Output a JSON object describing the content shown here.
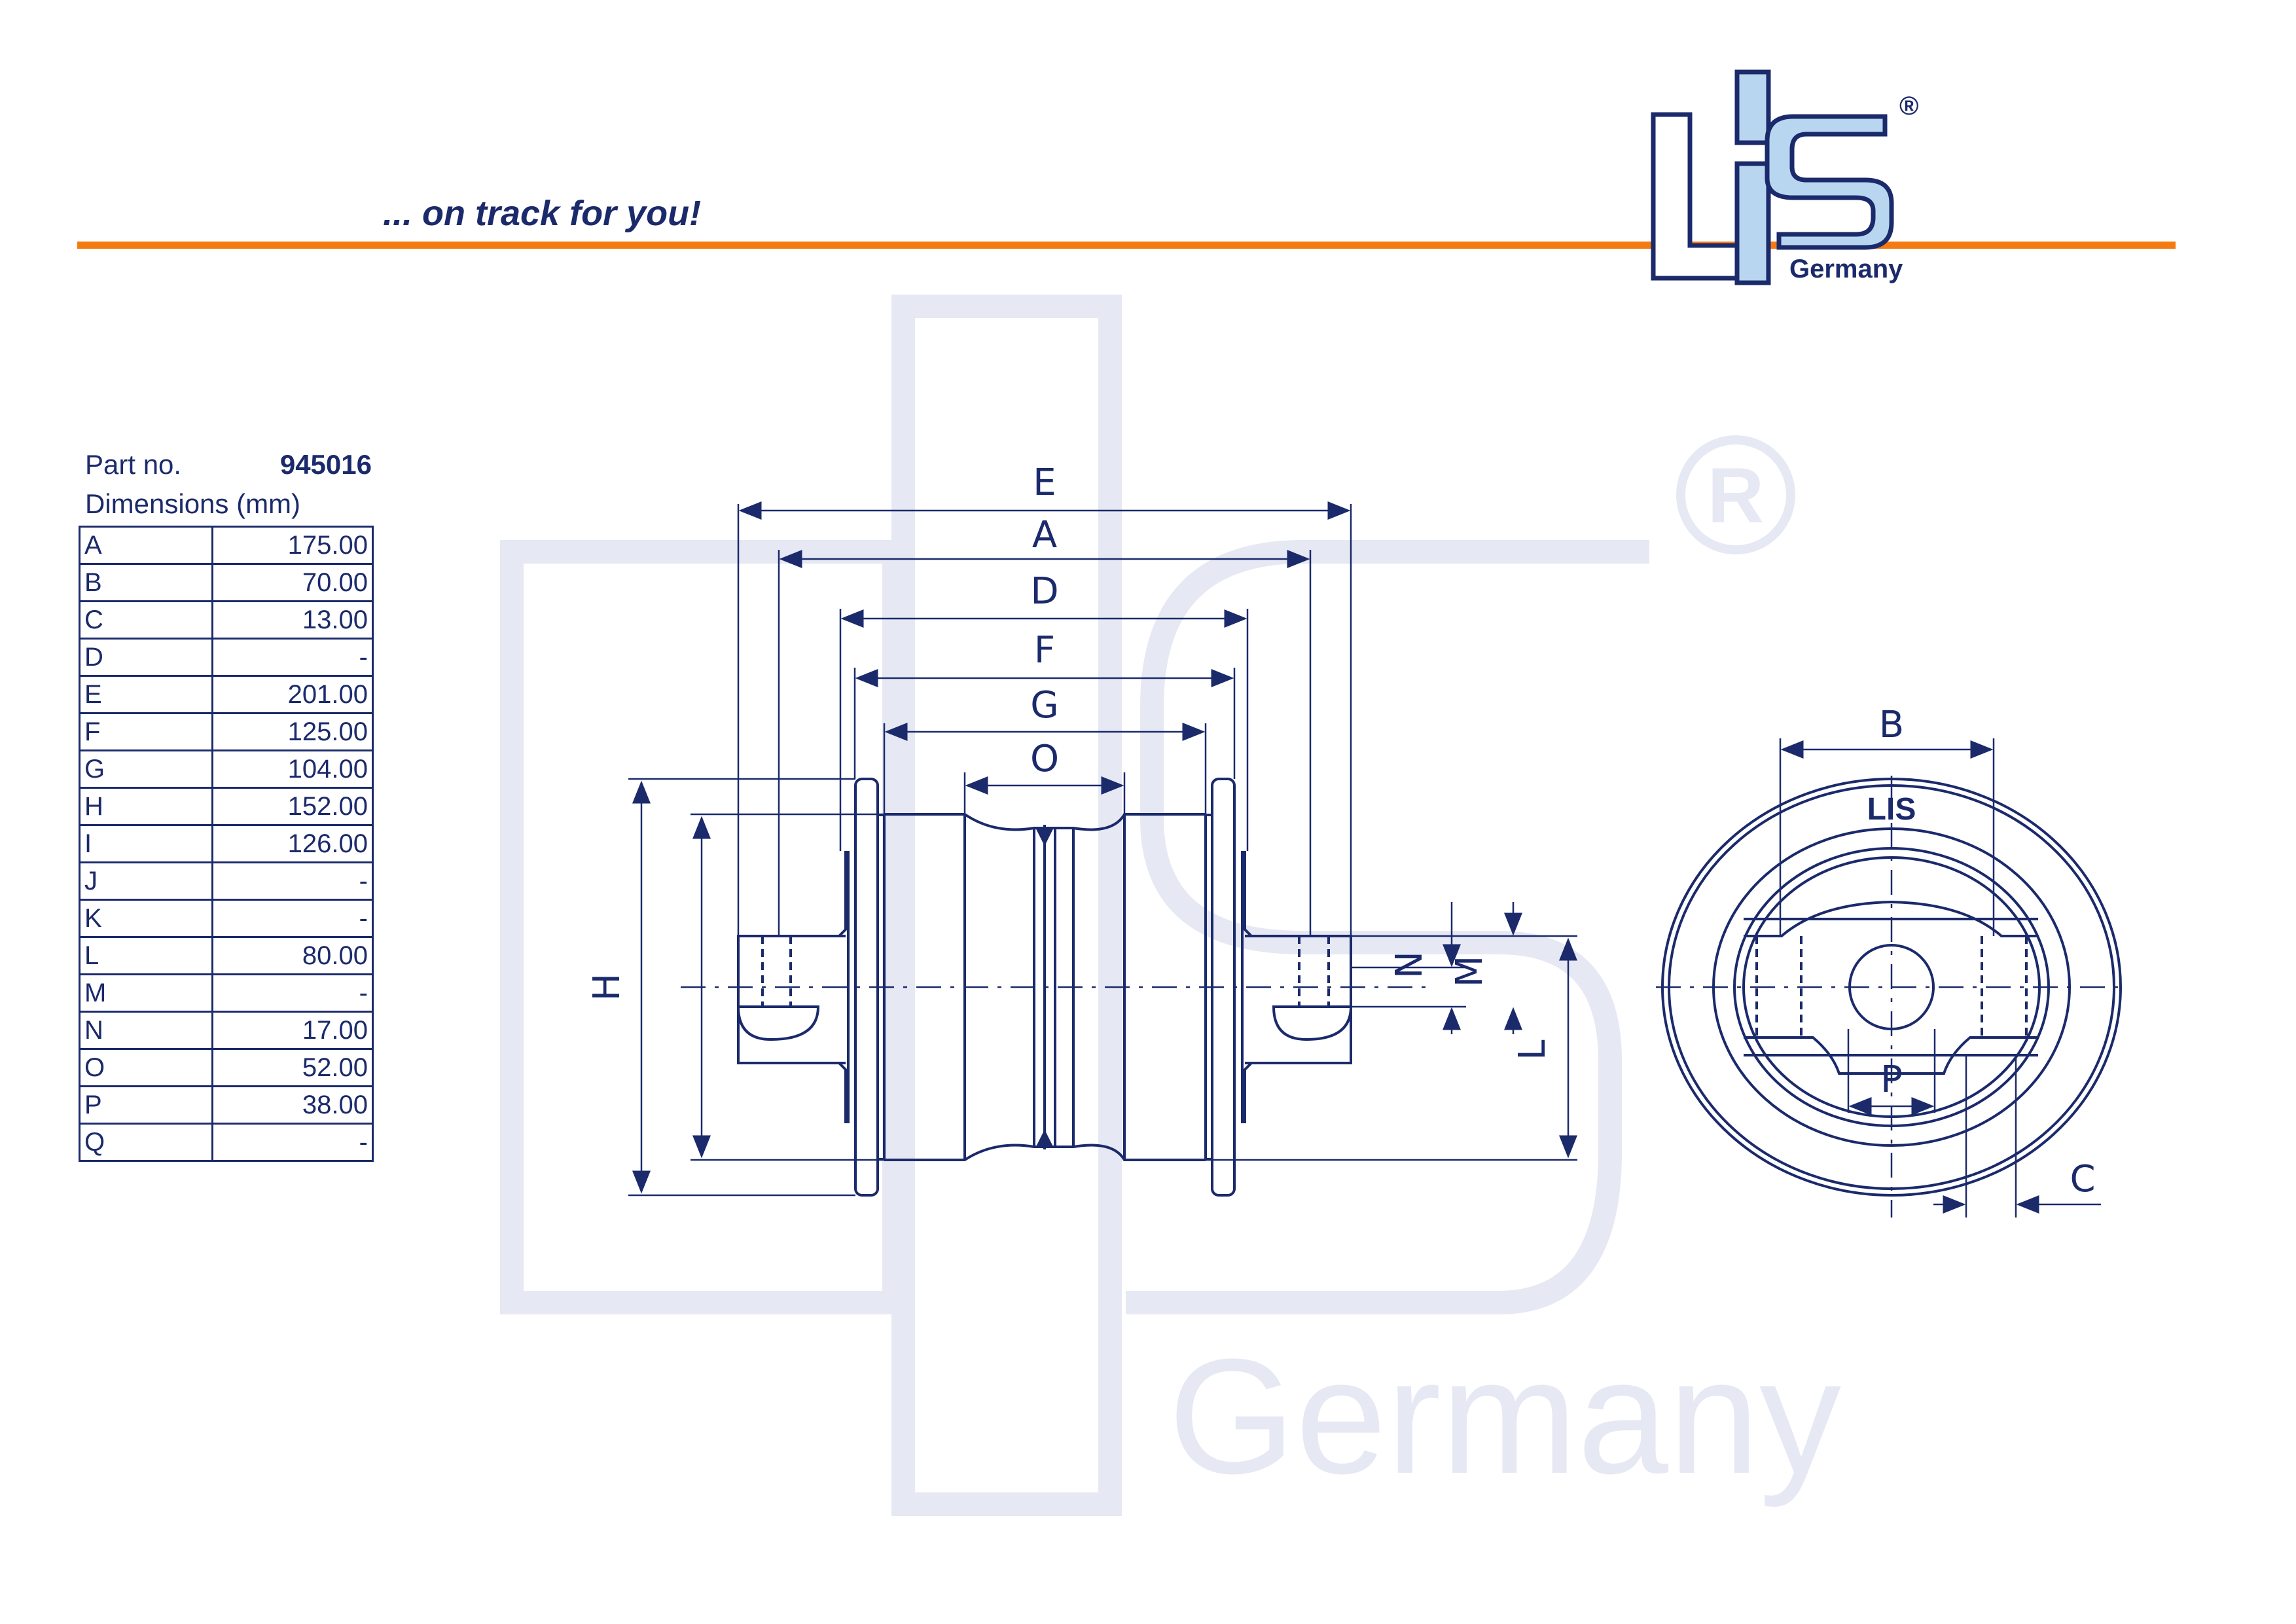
{
  "header": {
    "tagline": "... on track for you!",
    "logo_text": "Germany",
    "logo_mark": "LIS",
    "registered_symbol": "®"
  },
  "watermark": {
    "text": "Germany",
    "registered_symbol": "®"
  },
  "part": {
    "label": "Part no.",
    "number": "945016"
  },
  "dimensions": {
    "label": "Dimensions (mm)",
    "rows": [
      {
        "key": "A",
        "value": "175.00"
      },
      {
        "key": "B",
        "value": "70.00"
      },
      {
        "key": "C",
        "value": "13.00"
      },
      {
        "key": "D",
        "value": "-"
      },
      {
        "key": "E",
        "value": "201.00"
      },
      {
        "key": "F",
        "value": "125.00"
      },
      {
        "key": "G",
        "value": "104.00"
      },
      {
        "key": "H",
        "value": "152.00"
      },
      {
        "key": "I",
        "value": "126.00"
      },
      {
        "key": "J",
        "value": "-"
      },
      {
        "key": "K",
        "value": "-"
      },
      {
        "key": "L",
        "value": "80.00"
      },
      {
        "key": "M",
        "value": "-"
      },
      {
        "key": "N",
        "value": "17.00"
      },
      {
        "key": "O",
        "value": "52.00"
      },
      {
        "key": "P",
        "value": "38.00"
      },
      {
        "key": "Q",
        "value": "-"
      }
    ]
  },
  "drawing_labels": {
    "E": "E",
    "A": "A",
    "D": "D",
    "F": "F",
    "G": "G",
    "O": "O",
    "H": "H",
    "N": "N",
    "M": "M",
    "L": "L",
    "B": "B",
    "P": "P",
    "C": "C",
    "badge": "LIS"
  },
  "colors": {
    "ink": "#1b2a6b",
    "accent_orange": "#f47a12",
    "logo_fill": "#b9d6f0",
    "watermark": "#e6e8f3"
  }
}
